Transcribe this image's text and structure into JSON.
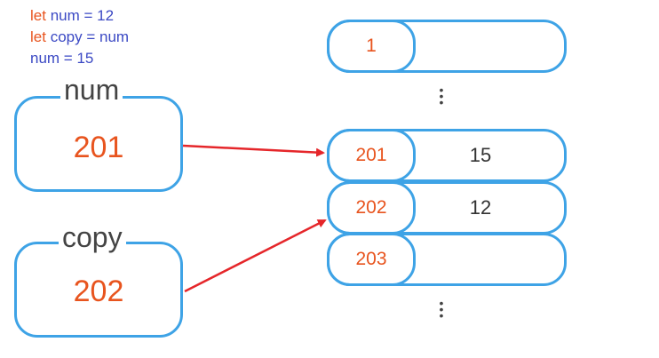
{
  "code": {
    "line1": {
      "keyword": "let",
      "name": "num",
      "rest": " = 12"
    },
    "line2": {
      "keyword": "let",
      "name": "copy",
      "rest": " = num"
    },
    "line3": {
      "text": "num = 15"
    }
  },
  "variables": [
    {
      "label": "num",
      "value": "201"
    },
    {
      "label": "copy",
      "value": "202"
    }
  ],
  "memory": [
    {
      "address": "1",
      "value": ""
    },
    {
      "address": "201",
      "value": "15"
    },
    {
      "address": "202",
      "value": "12"
    },
    {
      "address": "203",
      "value": ""
    }
  ],
  "colors": {
    "box_border": "#3ea3e6",
    "accent_orange": "#e8541e",
    "code_blue": "#3b49c4",
    "arrow_red": "#e5262a"
  }
}
